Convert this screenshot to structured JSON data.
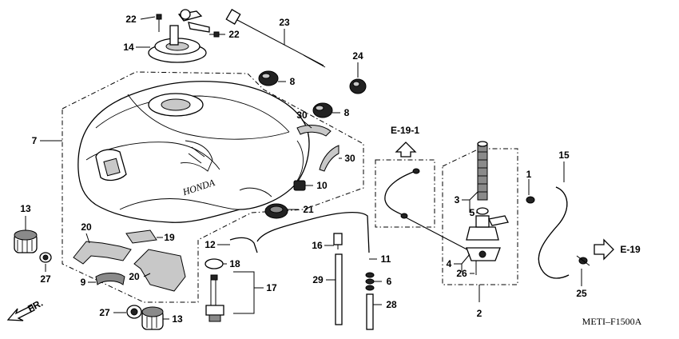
{
  "diagram": {
    "callouts": [
      {
        "id": "c1",
        "text": "1"
      },
      {
        "id": "c2",
        "text": "2"
      },
      {
        "id": "c3",
        "text": "3"
      },
      {
        "id": "c4",
        "text": "4"
      },
      {
        "id": "c5",
        "text": "5"
      },
      {
        "id": "c6",
        "text": "6"
      },
      {
        "id": "c7",
        "text": "7"
      },
      {
        "id": "c8a",
        "text": "8"
      },
      {
        "id": "c8b",
        "text": "8"
      },
      {
        "id": "c9",
        "text": "9"
      },
      {
        "id": "c10",
        "text": "10"
      },
      {
        "id": "c11",
        "text": "11"
      },
      {
        "id": "c12",
        "text": "12"
      },
      {
        "id": "c13a",
        "text": "13"
      },
      {
        "id": "c13b",
        "text": "13"
      },
      {
        "id": "c14",
        "text": "14"
      },
      {
        "id": "c15",
        "text": "15"
      },
      {
        "id": "c16",
        "text": "16"
      },
      {
        "id": "c17",
        "text": "17"
      },
      {
        "id": "c18",
        "text": "18"
      },
      {
        "id": "c19",
        "text": "19"
      },
      {
        "id": "c20a",
        "text": "20"
      },
      {
        "id": "c20b",
        "text": "20"
      },
      {
        "id": "c21",
        "text": "21"
      },
      {
        "id": "c22a",
        "text": "22"
      },
      {
        "id": "c22b",
        "text": "22"
      },
      {
        "id": "c23",
        "text": "23"
      },
      {
        "id": "c24",
        "text": "24"
      },
      {
        "id": "c25",
        "text": "25"
      },
      {
        "id": "c26",
        "text": "26"
      },
      {
        "id": "c27a",
        "text": "27"
      },
      {
        "id": "c27b",
        "text": "27"
      },
      {
        "id": "c28",
        "text": "28"
      },
      {
        "id": "c29",
        "text": "29"
      },
      {
        "id": "c30a",
        "text": "30"
      },
      {
        "id": "c30b",
        "text": "30"
      }
    ],
    "references": {
      "e19_1": "E-19-1",
      "e19": "E-19"
    },
    "front_marker": "FR.",
    "tank_brand": "HONDA",
    "diagram_code": "METI–F1500A"
  }
}
